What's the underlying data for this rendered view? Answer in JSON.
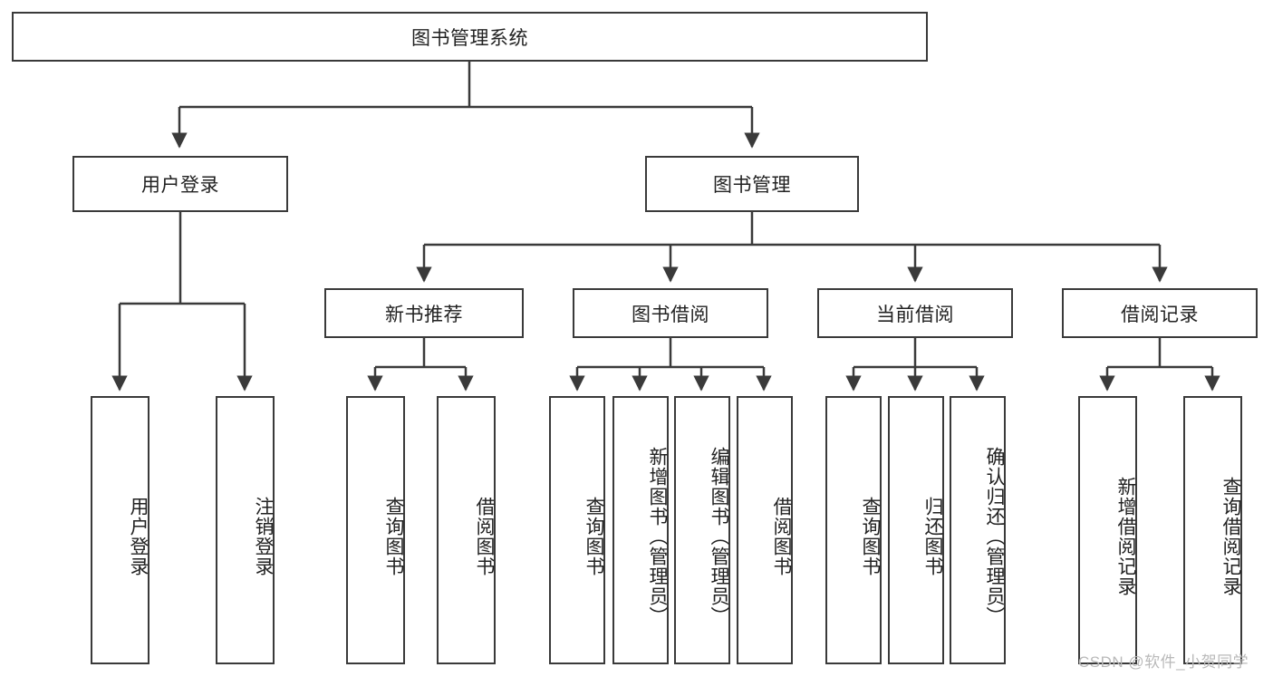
{
  "diagram": {
    "title": "图书管理系统",
    "type": "tree-hierarchy-diagram",
    "watermark": "CSDN @软件_小贺同学",
    "colors": {
      "background": "#ffffff",
      "stroke": "#3a3a3a",
      "text": "#222222",
      "watermark": "#b9b9b9"
    },
    "root": {
      "label": "图书管理系统"
    },
    "level1": [
      {
        "label": "用户登录"
      },
      {
        "label": "图书管理"
      }
    ],
    "level2": [
      {
        "label": "新书推荐"
      },
      {
        "label": "图书借阅"
      },
      {
        "label": "当前借阅"
      },
      {
        "label": "借阅记录"
      }
    ],
    "leaves": {
      "user_login": [
        {
          "label": "用户登录"
        },
        {
          "label": "注销登录"
        }
      ],
      "new_book_recommend": [
        {
          "label": "查询图书"
        },
        {
          "label": "借阅图书"
        }
      ],
      "book_borrow": [
        {
          "label": "查询图书"
        },
        {
          "label": "新增图书（管理员）"
        },
        {
          "label": "编辑图书（管理员）"
        },
        {
          "label": "借阅图书"
        }
      ],
      "current_borrow": [
        {
          "label": "查询图书"
        },
        {
          "label": "归还图书"
        },
        {
          "label": "确认归还（管理员）"
        }
      ],
      "borrow_record": [
        {
          "label": "新增借阅记录"
        },
        {
          "label": "查询借阅记录"
        }
      ]
    }
  }
}
